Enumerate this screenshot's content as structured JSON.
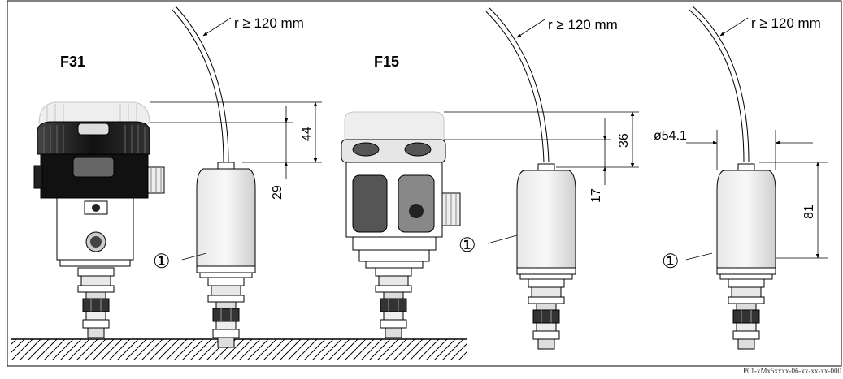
{
  "variants": [
    {
      "housing_label": "F31",
      "bend_radius": "r ≥ 120 mm",
      "dim_upper": "44",
      "dim_lower": "29",
      "sensor_marker": "①"
    },
    {
      "housing_label": "F15",
      "bend_radius": "r ≥ 120 mm",
      "dim_upper": "36",
      "dim_lower": "17",
      "sensor_marker": "①"
    },
    {
      "bend_radius": "r ≥ 120 mm",
      "diameter": "ø54.1",
      "height": "81",
      "sensor_marker": "①"
    }
  ],
  "figure_code": "P01-xMx5xxxx-06-xx-xx-xx-000",
  "colors": {
    "line": "#000000",
    "body_light": "#d8d8d8",
    "body_dark": "#1a1a1a",
    "ghost": "#c4c4c4"
  }
}
